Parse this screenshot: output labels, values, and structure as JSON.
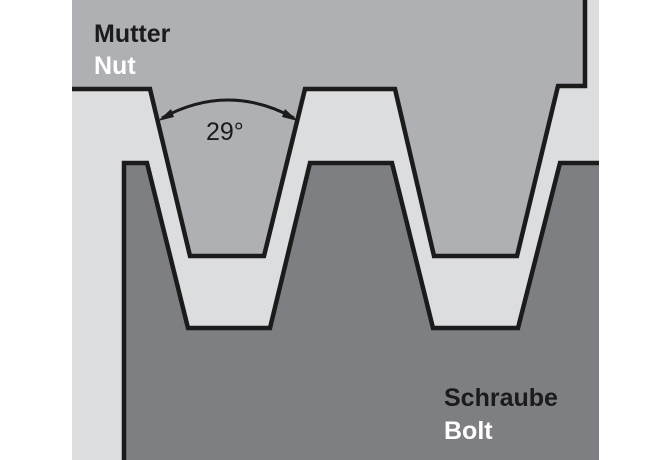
{
  "labels": {
    "nut_de": "Mutter",
    "nut_en": "Nut",
    "bolt_de": "Schraube",
    "bolt_en": "Bolt",
    "angle": "29°"
  },
  "colors": {
    "background": "#ffffff",
    "clearance": "#dcdddf",
    "nut": "#aeb0b3",
    "bolt": "#7d7f82",
    "outline": "#1b1b1b",
    "label_dark": "#1b1b1b",
    "label_light": "#ffffff"
  }
}
